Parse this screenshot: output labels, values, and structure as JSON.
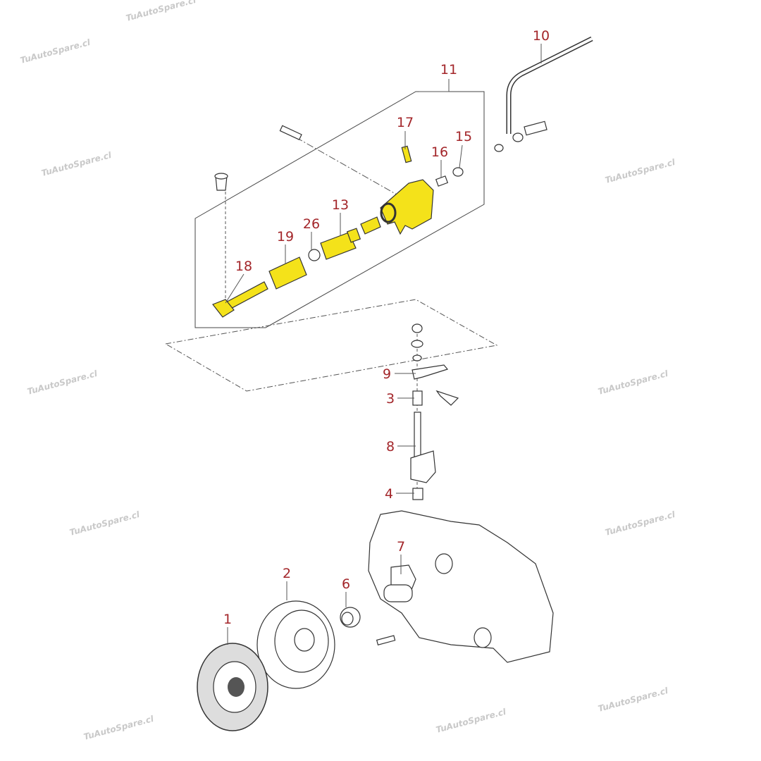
{
  "watermark": "TuAutoSpare.cl",
  "colors": {
    "label": "#a3262a",
    "highlight": "#f4e21a",
    "line": "#333333"
  },
  "labels": [
    "11",
    "10",
    "17",
    "16",
    "15",
    "13",
    "26",
    "19",
    "18",
    "9",
    "3",
    "8",
    "4",
    "7",
    "2",
    "6",
    "1"
  ]
}
